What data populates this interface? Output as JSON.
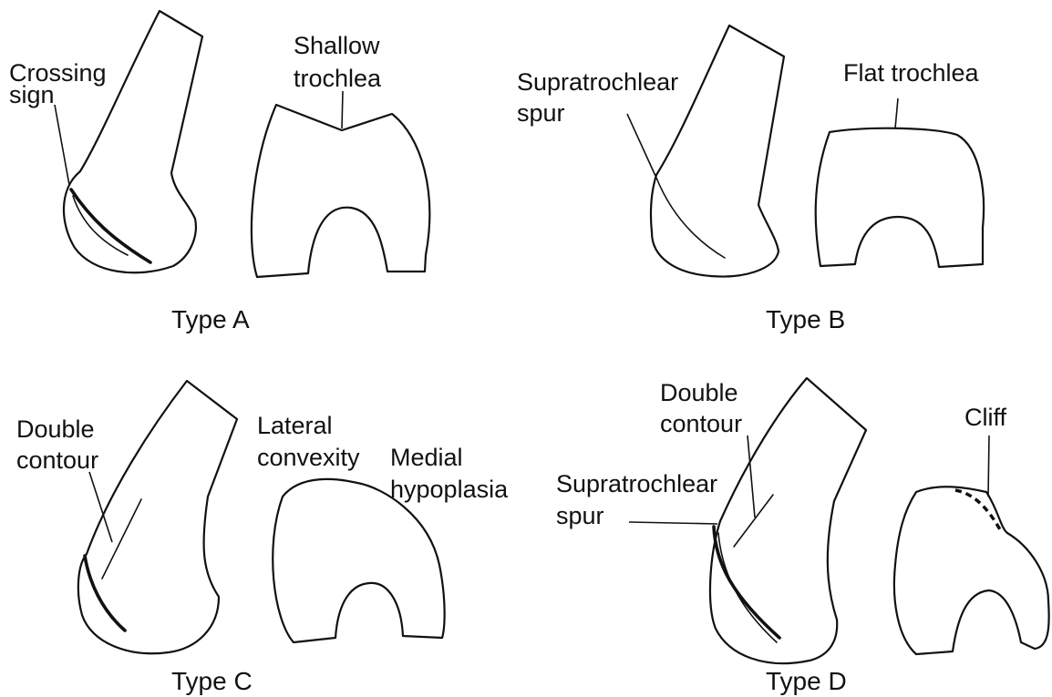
{
  "panels": {
    "a": {
      "caption": "Type A",
      "label_crossing_sign_1": "Crossing",
      "label_crossing_sign_2": "sign",
      "label_trochlea_1": "Shallow",
      "label_trochlea_2": "trochlea"
    },
    "b": {
      "caption": "Type B",
      "label_spur_1": "Supratrochlear",
      "label_spur_2": "spur",
      "label_trochlea": "Flat trochlea"
    },
    "c": {
      "caption": "Type C",
      "label_contour_1": "Double",
      "label_contour_2": "contour",
      "label_lateral_1": "Lateral",
      "label_lateral_2": "convexity",
      "label_medial_1": "Medial",
      "label_medial_2": "hypoplasia"
    },
    "d": {
      "caption": "Type D",
      "label_contour_1": "Double",
      "label_contour_2": "contour",
      "label_spur_1": "Supratrochlear",
      "label_spur_2": "spur",
      "label_cliff": "Cliff"
    }
  }
}
